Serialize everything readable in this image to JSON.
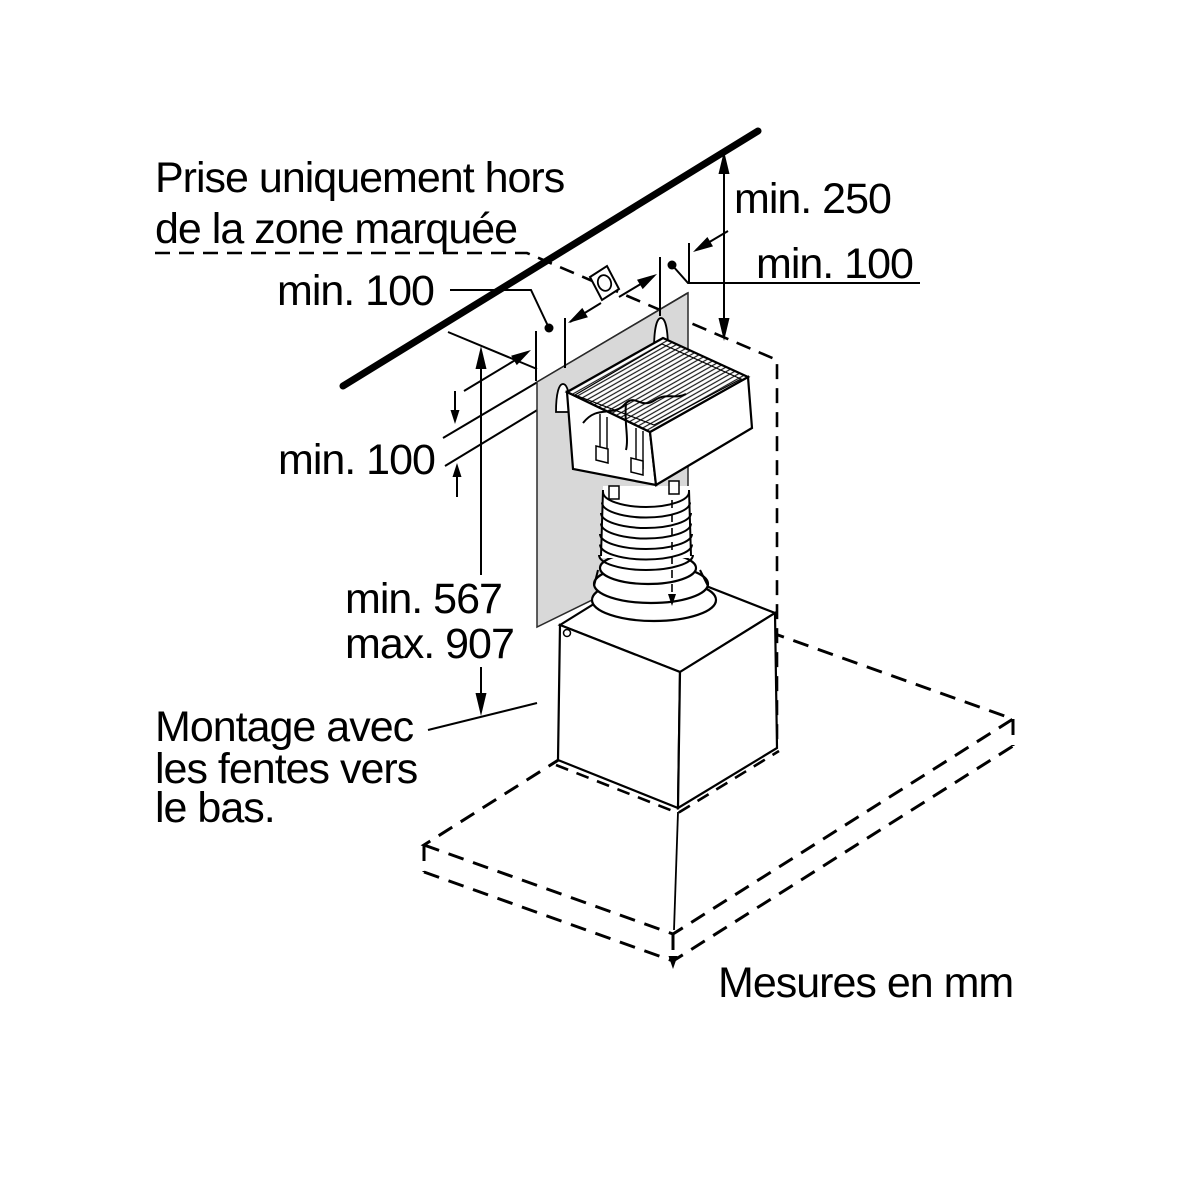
{
  "colors": {
    "background": "#ffffff",
    "ink": "#000000",
    "panel": "#d8d8d8"
  },
  "annotations": {
    "outlet_note_line1": "Prise uniquement hors",
    "outlet_note_line2": "de la zone marquée",
    "dim_ceiling_clearance": "min. 250",
    "dim_outlet_offset_left": "min. 100",
    "dim_outlet_offset_right": "min. 100",
    "dim_panel_overlap": "min. 100",
    "dim_height_min": "min. 567",
    "dim_height_max": "max. 907",
    "mount_note_line1": "Montage avec",
    "mount_note_line2": "les fentes vers",
    "mount_note_line3": "le bas.",
    "units_note": "Mesures en mm"
  }
}
